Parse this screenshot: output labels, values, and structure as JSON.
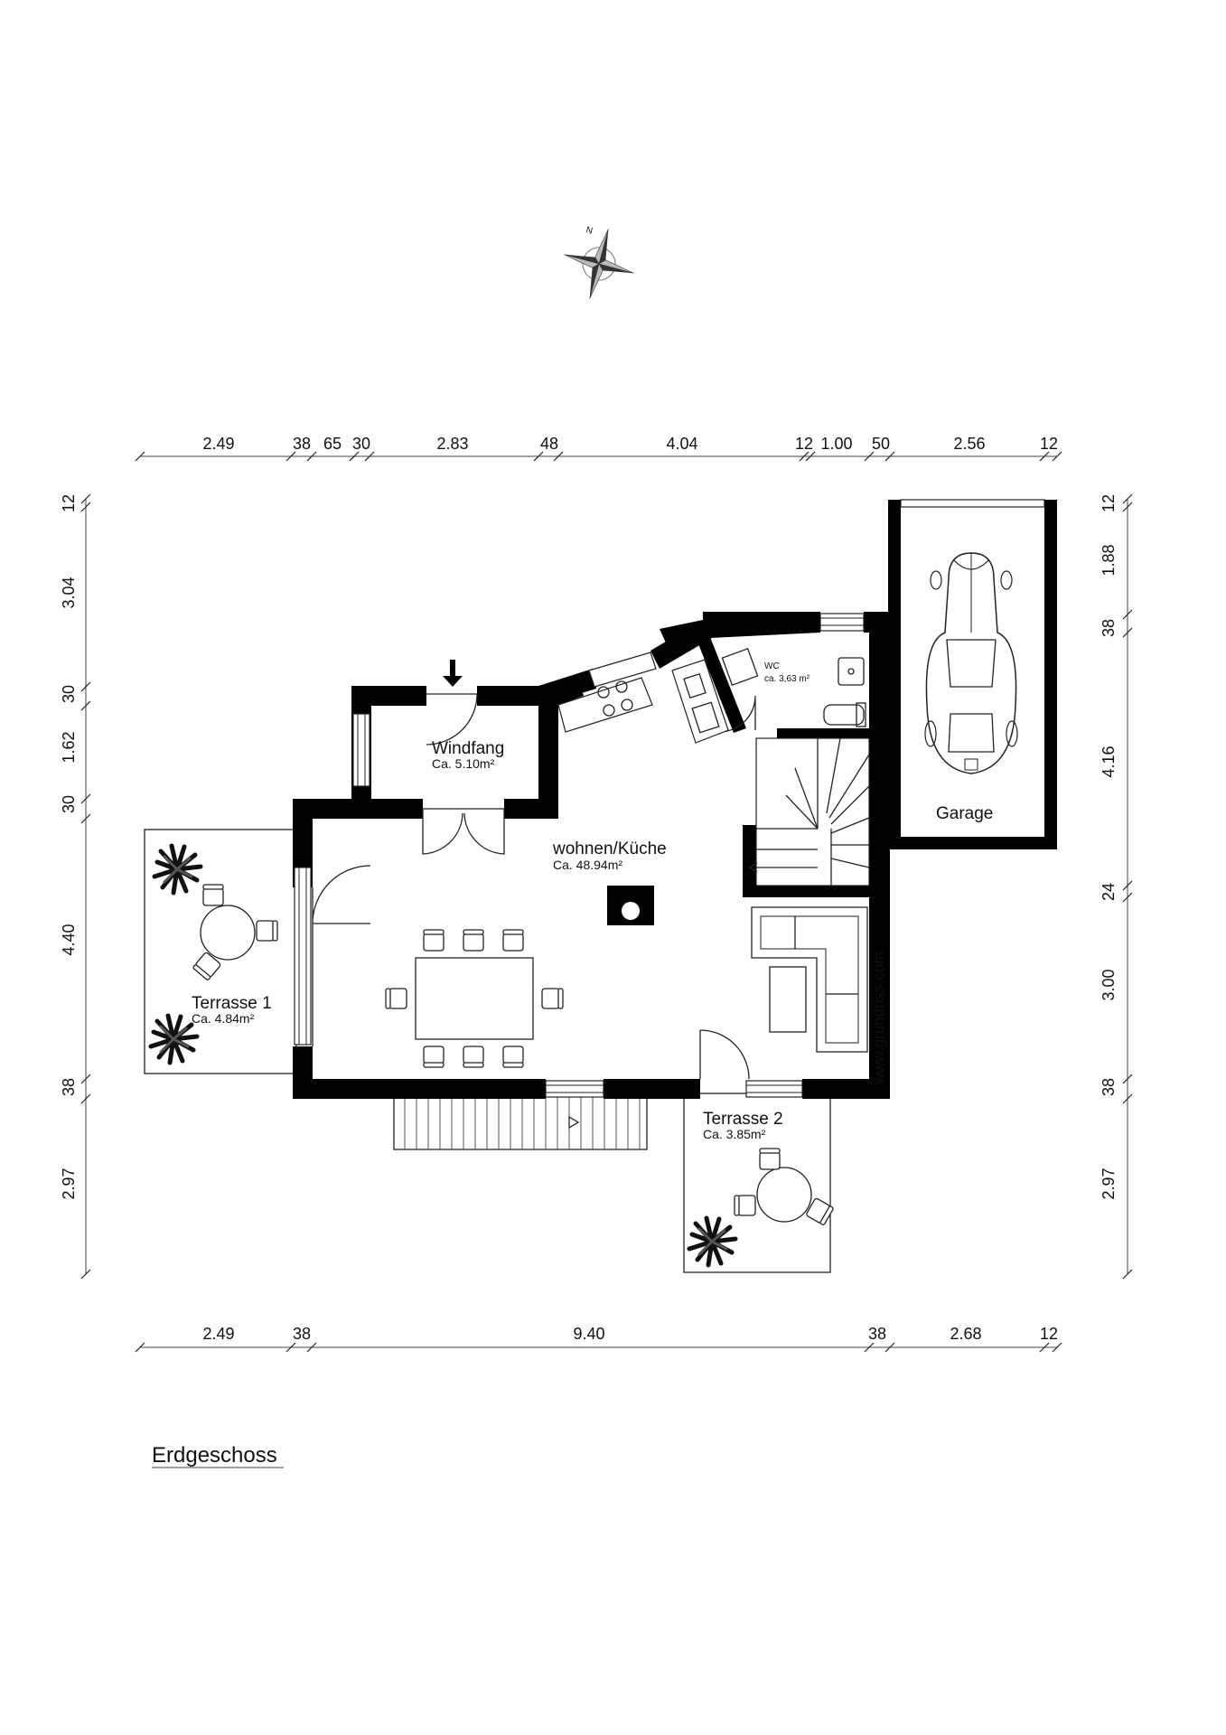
{
  "compass": {
    "north_label": "N"
  },
  "dims_top": [
    "2.49",
    "38",
    "65",
    "30",
    "2.83",
    "48",
    "4.04",
    "12",
    "1.00",
    "50",
    "2.56",
    "12"
  ],
  "dims_bottom": [
    "2.49",
    "38",
    "9.40",
    "38",
    "2.68",
    "12"
  ],
  "dims_left": [
    "12",
    "3.04",
    "30",
    "1.62",
    "30",
    "4.40",
    "38",
    "2.97"
  ],
  "dims_right": [
    "12",
    "1.88",
    "38",
    "4.16",
    "24",
    "3.00",
    "38",
    "2.97"
  ],
  "rooms": {
    "windfang": {
      "name": "Windfang",
      "area": "Ca. 5.10m²"
    },
    "wohnen": {
      "name": "wohnen/Küche",
      "area": "Ca. 48.94m²"
    },
    "wc": {
      "name": "WC",
      "area": "ca. 3,63 m²"
    },
    "garage": {
      "name": "Garage"
    },
    "terrasse1": {
      "name": "Terrasse 1",
      "area": "Ca. 4.84m²"
    },
    "terrasse2": {
      "name": "Terrasse 2",
      "area": "Ca. 3.85m²"
    }
  },
  "watermark": "www.grundriss.com",
  "floor_title": "Erdgeschoss"
}
